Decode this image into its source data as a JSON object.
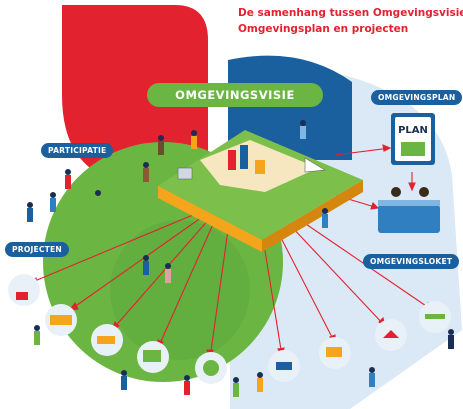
{
  "title": {
    "line1": "De samenhang tussen Omgevingsvisie",
    "line2": "Omgevingsplan en projecten"
  },
  "labels": {
    "omgevingsvisie": "OMGEVINGSVISIE",
    "omgevingsplan": "OMGEVINGSPLAN",
    "participatie": "PARTICIPATIE",
    "projecten": "PROJECTEN",
    "omgevingsloket": "OMGEVINGSLOKET",
    "plan_book": "PLAN"
  },
  "colors": {
    "red": "#e3222f",
    "blue": "#1a5f9e",
    "green": "#6bb642",
    "light_blue": "#dbe9f6",
    "arrow": "#e3222f",
    "board_top": "#7cc04b",
    "board_side": "#f4a51c"
  },
  "project_icons": [
    "crane-icon",
    "truck-icon",
    "roller-icon",
    "playground-icon",
    "park-icon",
    "fountain-icon",
    "houses-icon",
    "bridge-icon",
    "house-icon",
    "rail-icon"
  ]
}
